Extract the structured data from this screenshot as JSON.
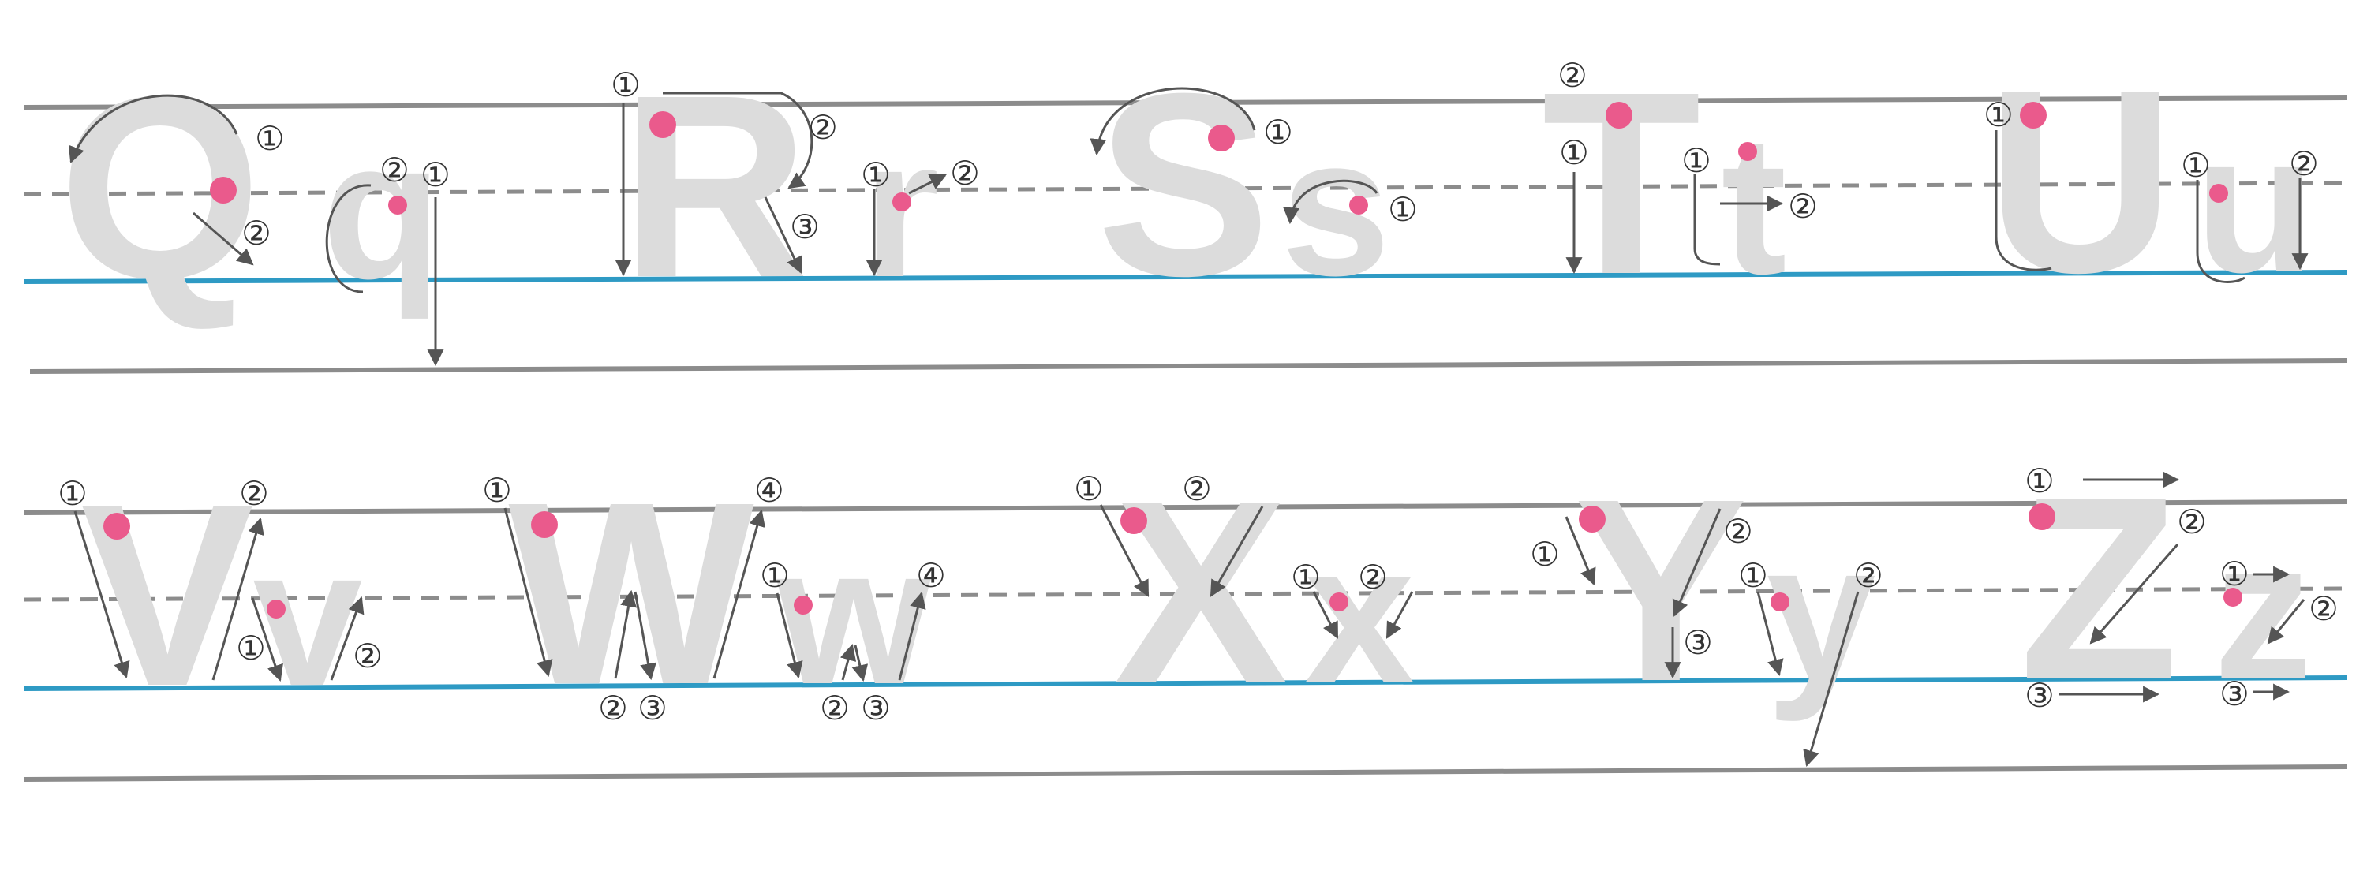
{
  "title": "",
  "colors": {
    "guide_line": "#8c8c8c",
    "base_line": "#2e9ac4",
    "letter_fill": "#dcdcdc",
    "start_dot": "#ea5a8c",
    "stroke_arrow": "#555555"
  },
  "rows": [
    {
      "letters": [
        {
          "upper": "Q",
          "lower": "q",
          "upper_steps": [
            "①",
            "②"
          ],
          "lower_steps": [
            "②",
            "①"
          ]
        },
        {
          "upper": "R",
          "lower": "r",
          "upper_steps": [
            "①",
            "②",
            "③"
          ],
          "lower_steps": [
            "①",
            "②"
          ]
        },
        {
          "upper": "S",
          "lower": "s",
          "upper_steps": [
            "①"
          ],
          "lower_steps": [
            "①"
          ]
        },
        {
          "upper": "T",
          "lower": "t",
          "upper_steps": [
            "②",
            "①"
          ],
          "lower_steps": [
            "①",
            "②"
          ]
        },
        {
          "upper": "U",
          "lower": "u",
          "upper_steps": [
            "①"
          ],
          "lower_steps": [
            "①",
            "②"
          ]
        }
      ]
    },
    {
      "letters": [
        {
          "upper": "V",
          "lower": "v",
          "upper_steps": [
            "①",
            "②"
          ],
          "lower_steps": [
            "①",
            "②"
          ]
        },
        {
          "upper": "W",
          "lower": "w",
          "upper_steps": [
            "①",
            "④",
            "②",
            "③"
          ],
          "lower_steps": [
            "①",
            "④",
            "②",
            "③"
          ]
        },
        {
          "upper": "X",
          "lower": "x",
          "upper_steps": [
            "①",
            "②"
          ],
          "lower_steps": [
            "①",
            "②"
          ]
        },
        {
          "upper": "Y",
          "lower": "y",
          "upper_steps": [
            "①",
            "②",
            "③"
          ],
          "lower_steps": [
            "①",
            "②"
          ]
        },
        {
          "upper": "Z",
          "lower": "z",
          "upper_steps": [
            "①",
            "②",
            "③"
          ],
          "lower_steps": [
            "①",
            "②",
            "③"
          ]
        }
      ]
    }
  ]
}
